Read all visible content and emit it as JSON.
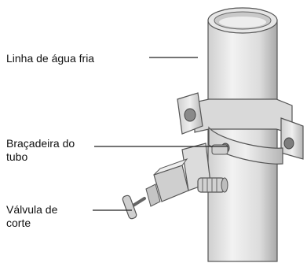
{
  "labels": {
    "cold_water_line": "Linha de água fria",
    "pipe_clamp_line1": "Braçadeira do",
    "pipe_clamp_line2": "tubo",
    "shutoff_valve_line1": "Válvula de",
    "shutoff_valve_line2": "corte"
  },
  "colors": {
    "pipe_fill": "#e4e4e4",
    "pipe_shade": "#b9b9b9",
    "outline": "#555555",
    "text": "#111111"
  }
}
